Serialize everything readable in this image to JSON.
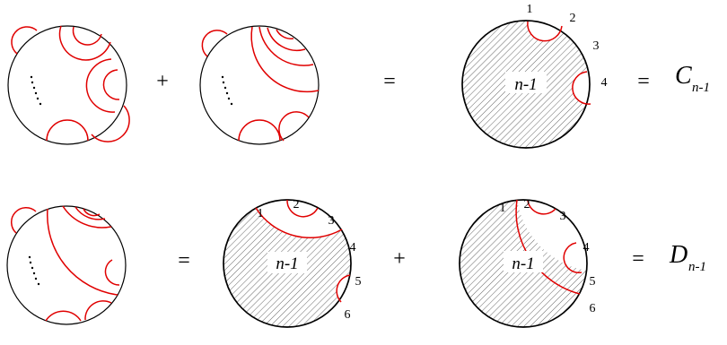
{
  "colors": {
    "arc": "#e00000",
    "outline": "#000000",
    "hatch": "#555555"
  },
  "row1": {
    "plus": "+",
    "eq1": "=",
    "eq2": "=",
    "inner_label": "n-1",
    "labels": [
      "1",
      "2",
      "3",
      "4"
    ],
    "result_main": "C",
    "result_sub": "n-1"
  },
  "row2": {
    "eq1": "=",
    "plus": "+",
    "eq2": "=",
    "inner_label_a": "n-1",
    "inner_label_b": "n-1",
    "labels_a": [
      "1",
      "2",
      "3",
      "4",
      "5",
      "6"
    ],
    "labels_b": [
      "1",
      "2",
      "3",
      "4",
      "5",
      "6"
    ],
    "result_main": "D",
    "result_sub": "n-1"
  }
}
